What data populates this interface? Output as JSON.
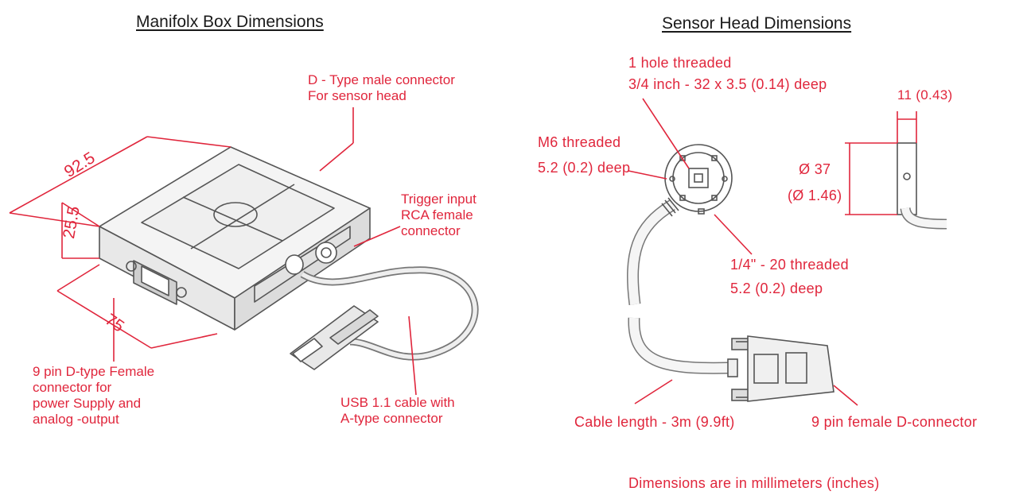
{
  "left_panel": {
    "title": "Manifolx Box Dimensions",
    "dimensions": {
      "length": "92.5",
      "height": "25.5",
      "width": "75"
    },
    "labels": {
      "d_type_connector": [
        "D - Type male connector",
        "For sensor head"
      ],
      "trigger_input": [
        "Trigger input",
        "RCA female",
        "connector"
      ],
      "power_connector": [
        "9 pin D-type Female",
        "connector for",
        "power Supply and",
        "analog -output"
      ],
      "usb_cable": [
        "USB 1.1 cable with",
        "A-type connector"
      ]
    }
  },
  "right_panel": {
    "title": "Sensor Head Dimensions",
    "labels": {
      "hole_threaded": [
        "1 hole threaded",
        "3/4 inch - 32 x 3.5 (0.14) deep"
      ],
      "m6_threaded": [
        "M6 threaded",
        "5.2 (0.2) deep"
      ],
      "quarter_threaded": [
        "1/4\" - 20 threaded",
        "5.2 (0.2) deep"
      ],
      "thickness": "11 (0.43)",
      "diameter": [
        "Ø 37",
        "(Ø 1.46)"
      ],
      "cable_length": "Cable length - 3m (9.9ft)",
      "d_connector": "9 pin female D-connector"
    },
    "footnote": "Dimensions are in millimeters (inches)"
  },
  "colors": {
    "annotation": "#e0263c",
    "drawing": "#555555",
    "title": "#1a1a1a"
  }
}
